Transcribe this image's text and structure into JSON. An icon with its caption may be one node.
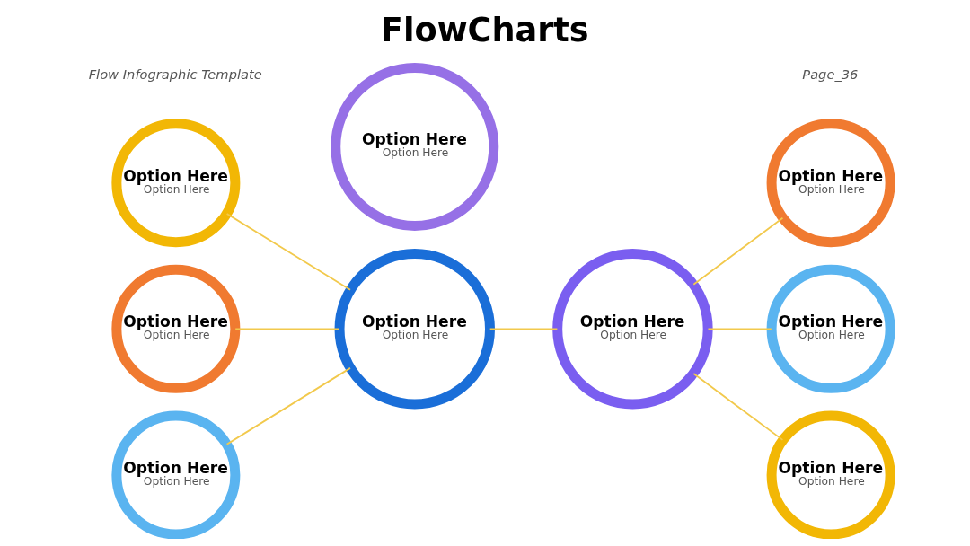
{
  "diagram": {
    "title": "FlowCharts",
    "nodes": [
      {
        "text": [
          "Option Here",
          "Option Here"
        ]
      },
      {
        "text": [
          "Option Here",
          "Option Here"
        ]
      },
      {
        "text": [
          "Option Here",
          "Option Here"
        ]
      },
      {
        "text": [
          "Option Here",
          "Option Here"
        ]
      },
      {
        "text": [
          "Option Here",
          "Option Here"
        ]
      },
      {
        "text": [
          "Option Here",
          "Option Here"
        ]
      },
      {
        "text": [
          "Option Here",
          "Option Here"
        ]
      },
      {
        "text": [
          "Option Here",
          "Option Here"
        ]
      },
      {
        "text": [
          "Option Here",
          "Option Here"
        ]
      }
    ],
    "edges": [
      {
        "from": 0,
        "to": 3,
        "arrow": "none"
      },
      {
        "from": 5,
        "to": 3,
        "arrow": "none"
      },
      {
        "from": 7,
        "to": 3,
        "arrow": "none"
      },
      {
        "from": 3,
        "to": 4,
        "arrow": "none"
      },
      {
        "from": 4,
        "to": 2,
        "arrow": "none"
      },
      {
        "from": 4,
        "to": 6,
        "arrow": "none"
      },
      {
        "from": 4,
        "to": 8,
        "arrow": "none"
      }
    ],
    "labels": [
      "Flow Infographic Template",
      "Page_36"
    ]
  }
}
